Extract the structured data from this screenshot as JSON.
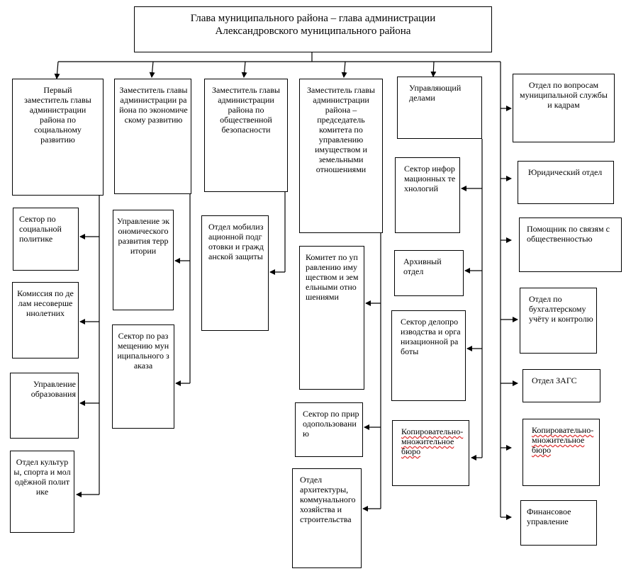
{
  "head": {
    "line1": "Глава муниципального района – глава администрации",
    "line2": "Александровского муниципального района"
  },
  "deputies": {
    "first_social": "Первый заместитель главы администрации района по социальному развитию",
    "economic": "Заместитель главы администрации района по экономическому развитию",
    "security": "Заместитель главы администрации района по общественной безопасности",
    "property": "Заместитель главы администрации района – председатель комитета по управлению имуществом и земельными отношениями",
    "affairs_manager": "Управляющий делами"
  },
  "social_units": {
    "social_policy": "Сектор по социальной политике",
    "juvenile_commission": "Комиссия по делам несовершеннолетних",
    "education": "Управление образования",
    "culture": "Отдел культуры, спорта и молодёжной политике"
  },
  "economic_units": {
    "territory_dev": "Управление экономического развития территории",
    "municipal_order": "Сектор по размещению муниципального заказа"
  },
  "security_units": {
    "mobilization": "Отдел мобилизационной подготовки и гражданской защиты"
  },
  "property_units": {
    "property_committee": "Комитет по управлению имуществом и земельными отношениями",
    "nature_use": "Сектор по природопользованию",
    "architecture": "Отдел архитектуры, коммунального хозяйства и строительства"
  },
  "affairs_units": {
    "it_sector": "Сектор информационных технологий",
    "archive": "Архивный отдел",
    "records": "Сектор делопроизводства и организационной работы",
    "copy_bureau_label": "Копировательно-множительное бюро"
  },
  "head_units": {
    "hr": "Отдел по вопросам муниципальной службы и кадрам",
    "legal": "Юридический отдел",
    "pr": "Помощник по связям с общественностью",
    "accounting": "Отдел по бухгалтерскому учёту и контролю",
    "zags": "Отдел ЗАГС",
    "copy_bureau_label": "Копировательно-множительное бюро",
    "finance": "Финансовое управление"
  }
}
